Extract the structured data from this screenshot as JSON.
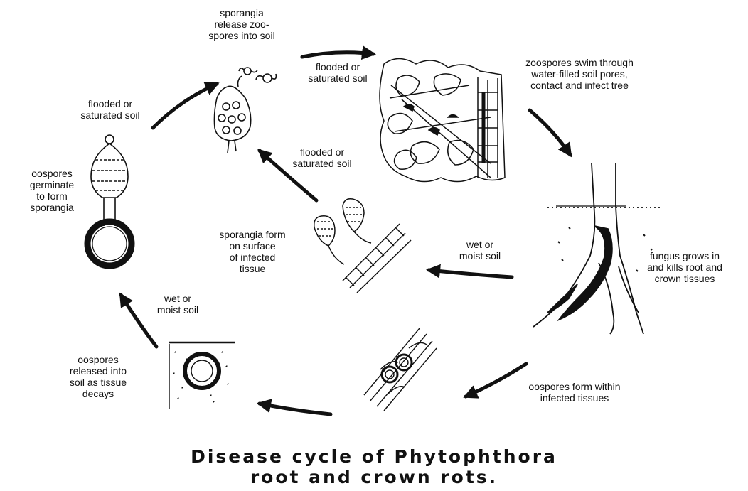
{
  "title": {
    "line1": "Disease cycle of Phytophthora",
    "line2": "root and crown rots."
  },
  "labels": {
    "sporangia_release": [
      "sporangia",
      "release zoo-",
      "spores into soil"
    ],
    "flooded_top": [
      "flooded or",
      "saturated soil"
    ],
    "zoospores_swim": [
      "zoospores swim through",
      "water-filled soil pores,",
      "contact and infect tree"
    ],
    "flooded_left": [
      "flooded or",
      "saturated soil"
    ],
    "flooded_center": [
      "flooded or",
      "saturated soil"
    ],
    "oospores_germinate": [
      "oospores",
      "germinate",
      "to form",
      "sporangia"
    ],
    "sporangia_form": [
      "sporangia form",
      "on surface",
      "of infected",
      "tissue"
    ],
    "wet_moist_right": [
      "wet or",
      "moist soil"
    ],
    "fungus_grows": [
      "fungus grows in",
      "and kills root and",
      "crown tissues"
    ],
    "wet_moist_left": [
      "wet or",
      "moist soil"
    ],
    "oospores_released": [
      "oospores",
      "released into",
      "soil as tissue",
      "decays"
    ],
    "oospores_form": [
      "oospores form within",
      "infected tissues"
    ]
  },
  "colors": {
    "ink": "#111111",
    "background": "#ffffff"
  }
}
